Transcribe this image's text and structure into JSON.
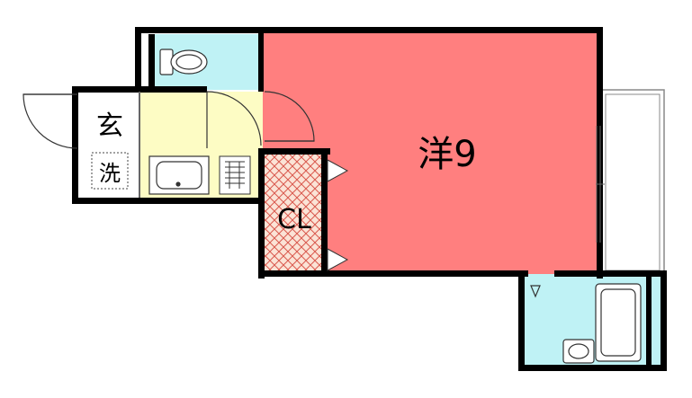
{
  "floorplan": {
    "rooms": {
      "western_room": {
        "label": "洋9",
        "color": "#ff7f7f"
      },
      "closet": {
        "label": "CL"
      },
      "entrance": {
        "label": "玄"
      },
      "washer": {
        "label": "洗"
      }
    },
    "colors": {
      "wet_area": "#bff2f5",
      "kitchen": "#fdfcc4",
      "closet_hatch": "#d9584d",
      "wall": "#000000"
    },
    "icons": [
      "toilet-icon",
      "sink-icon",
      "stove-icon",
      "bathtub-icon",
      "washbasin-icon",
      "door-swing-icon"
    ]
  }
}
